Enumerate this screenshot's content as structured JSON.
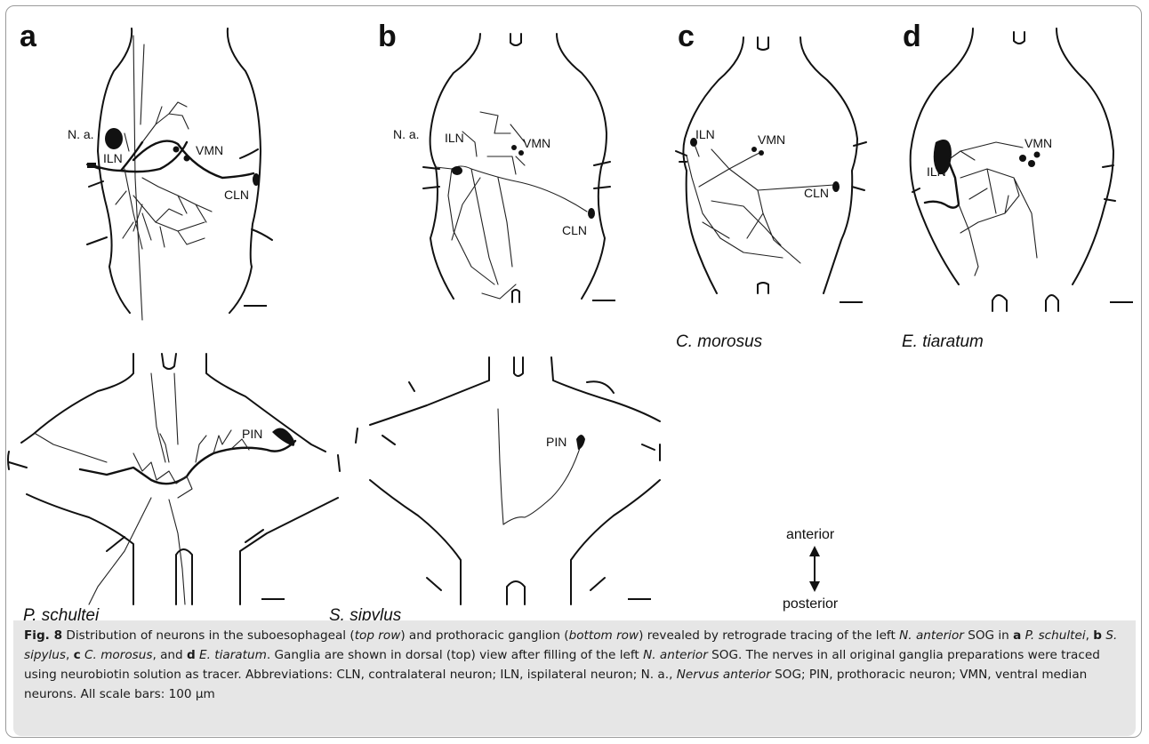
{
  "panels": [
    {
      "letter": "a",
      "labels": {
        "na": "N. a.",
        "iln": "ILN",
        "vmn": "VMN",
        "cln": "CLN",
        "pin": "PIN"
      },
      "species": "P. schultei"
    },
    {
      "letter": "b",
      "labels": {
        "na": "N. a.",
        "iln": "ILN",
        "vmn": "VMN",
        "cln": "CLN",
        "pin": "PIN"
      },
      "species": "S. sipylus"
    },
    {
      "letter": "c",
      "labels": {
        "iln": "ILN",
        "vmn": "VMN",
        "cln": "CLN"
      },
      "species": "C. morosus"
    },
    {
      "letter": "d",
      "labels": {
        "iln": "ILN",
        "vmn": "VMN"
      },
      "species": "E. tiaratum"
    }
  ],
  "orientation": {
    "top": "anterior",
    "bottom": "posterior"
  },
  "caption": {
    "fig_label": "Fig. 8",
    "s1": " Distribution of neurons in the suboesophageal (",
    "top_row": "top row",
    "s2": ") and prothoracic ganglion (",
    "bottom_row": "bottom row",
    "s3": ") revealed by retrograde tracing of the left ",
    "n_anterior_1": "N. anterior",
    "s4": " SOG in ",
    "a": "a",
    "sp_a": " P. schultei",
    "s5": ", ",
    "b": "b",
    "sp_b": " S. sipylus",
    "s6": ", ",
    "c": "c",
    "sp_c": " C. morosus",
    "s7": ", and ",
    "d": "d",
    "sp_d": " E. tiaratum",
    "s8": ". Ganglia are shown in dorsal (top) view after filling of the left ",
    "n_anterior_2": "N. anterior",
    "s9": " SOG. The nerves in all original ganglia preparations were traced using neurobiotin solution as tracer. Abbreviations: CLN, contralateral neuron; ILN, ispilateral neuron; N. a., ",
    "nervus": "Nervus anterior",
    "s10": " SOG; PIN, prothoracic neuron; VMN, ventral median neurons. All scale bars: 100 µm"
  }
}
